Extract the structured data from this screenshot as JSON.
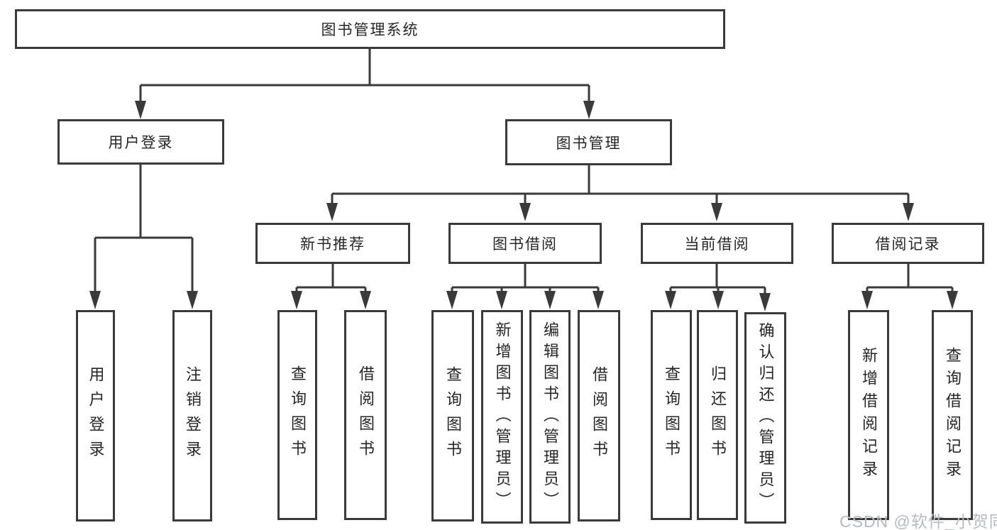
{
  "diagram": {
    "root": "图书管理系统",
    "level2": [
      "用户登录",
      "图书管理"
    ],
    "level3": [
      "新书推荐",
      "图书借阅",
      "当前借阅",
      "借阅记录"
    ],
    "leaves": {
      "user_login": [
        "用户登录",
        "注销登录"
      ],
      "new_book_recommend": [
        "查询图书",
        "借阅图书"
      ],
      "book_borrow": [
        "查询图书",
        "新增图书（管理员）",
        "编辑图书（管理员）",
        "借阅图书"
      ],
      "current_borrow": [
        "查询图书",
        "归还图书",
        "确认归还（管理员）"
      ],
      "borrow_records": [
        "新增借阅记录",
        "查询借阅记录"
      ]
    }
  },
  "watermark": "CSDN @软件_小贺同学",
  "colors": {
    "background": "#ffffff",
    "line": "#3a3a3a",
    "text": "#262626",
    "watermark": "#b6bac2"
  }
}
